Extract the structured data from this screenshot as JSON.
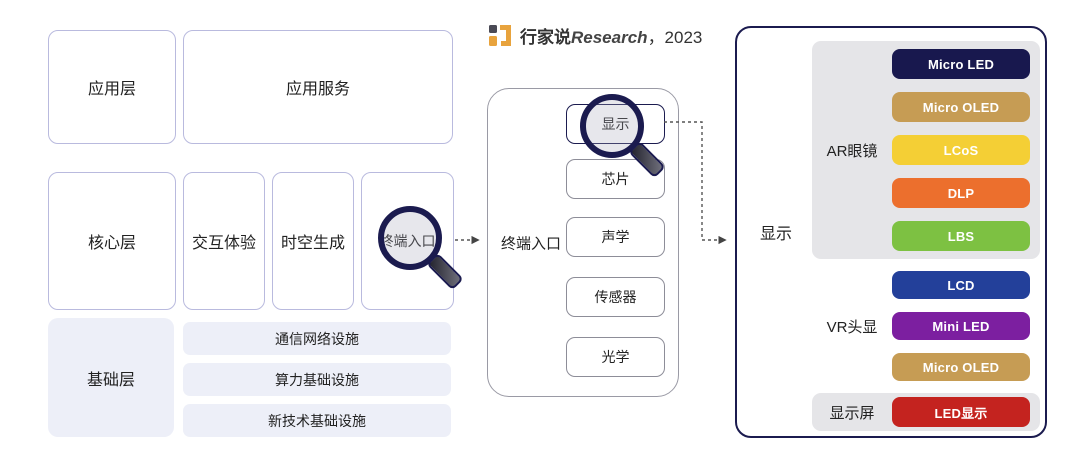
{
  "source": {
    "brand": "行家说",
    "brand_research": "Research",
    "year": "，2023"
  },
  "left": {
    "rows": [
      {
        "label": "应用层",
        "items": [
          "应用服务"
        ]
      },
      {
        "label": "核心层",
        "items": [
          "交互体验",
          "时空生成",
          "终端入口"
        ]
      },
      {
        "label": "基础层",
        "items": [
          "通信网络设施",
          "算力基础设施",
          "新技术基础设施"
        ]
      }
    ]
  },
  "middle": {
    "label": "终端入口",
    "items": [
      "显示",
      "芯片",
      "声学",
      "传感器",
      "光学"
    ]
  },
  "right": {
    "label": "显示",
    "groups": [
      {
        "label": "AR眼镜",
        "pills": [
          {
            "text": "Micro LED",
            "color": "#18184e"
          },
          {
            "text": "Micro OLED",
            "color": "#c69c54"
          },
          {
            "text": "LCoS",
            "color": "#f4cf35"
          },
          {
            "text": "DLP",
            "color": "#ec6f2d"
          },
          {
            "text": "LBS",
            "color": "#7dc142"
          }
        ]
      },
      {
        "label": "VR头显",
        "pills": [
          {
            "text": "LCD",
            "color": "#23409a"
          },
          {
            "text": "Mini LED",
            "color": "#7c1fa0"
          },
          {
            "text": "Micro OLED",
            "color": "#c69c54"
          }
        ]
      },
      {
        "label": "显示屏",
        "pills": [
          {
            "text": "LED显示",
            "color": "#c4231f"
          }
        ]
      }
    ]
  },
  "colors": {
    "outline_navy": "#1b1b4f",
    "outline_lavender": "#b9bade",
    "fill_light": "#edeff8",
    "group_gray": "#e5e5e8"
  }
}
